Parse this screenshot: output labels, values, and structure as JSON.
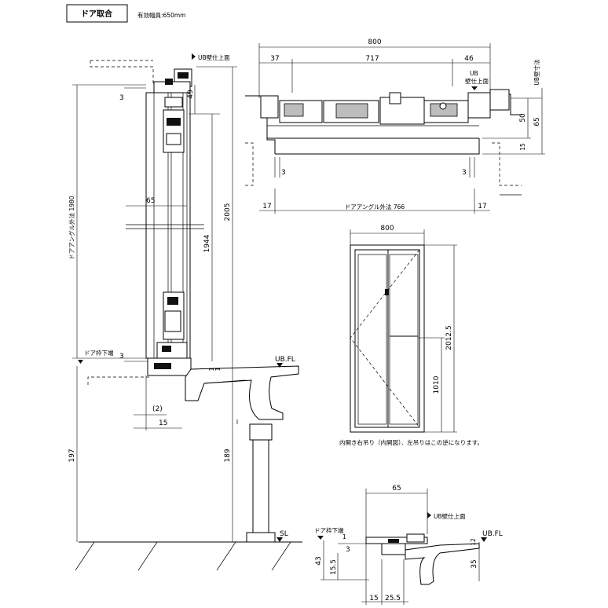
{
  "header": {
    "title": "ドア取合",
    "subtitle": "有効幅員:650mm"
  },
  "section_view": {
    "dims": {
      "d49": "49",
      "d3_top": "3",
      "d65": "65",
      "d1944": "1944",
      "d2005": "2005",
      "d1980": "ドアアングル外法 1980",
      "d3_bottom": "3",
      "d1a": "1",
      "d1b": "1",
      "d2": "(2)",
      "d15": "15",
      "d197": "197",
      "d189": "189"
    },
    "labels": {
      "ub_wall_top": "UB壁仕上面",
      "door_frame_bottom": "ドア枠下端",
      "ub_fl": "UB.FL",
      "sl": "SL"
    }
  },
  "plan_view": {
    "dims": {
      "d800": "800",
      "d37": "37",
      "d717": "717",
      "d46": "46",
      "d50": "50",
      "d65": "65",
      "d15": "15",
      "d3_left": "3",
      "d3_right": "3",
      "d17_left": "17",
      "d17_right": "17",
      "d766": "ドアアングル外法 766"
    },
    "labels": {
      "ub": "UB",
      "ub_wall_top": "壁仕上面",
      "ub_wall_thick": "UB壁寸法"
    }
  },
  "elevation_view": {
    "dims": {
      "d800": "800",
      "d2012": "2012.5",
      "d1010": "1010"
    },
    "note": "内開き右吊り（内開図）、左吊りはこの逆になります。"
  },
  "detail_view": {
    "dims": {
      "d65": "65",
      "d1": "1",
      "d3": "3",
      "d12": "12",
      "d43": "43",
      "d155": "15.5",
      "d35": "35",
      "d15": "15",
      "d255": "25.5"
    },
    "labels": {
      "ub_wall_top": "UB壁仕上面",
      "door_frame_bottom": "ドア枠下端",
      "ub_fl": "UB.FL"
    }
  }
}
